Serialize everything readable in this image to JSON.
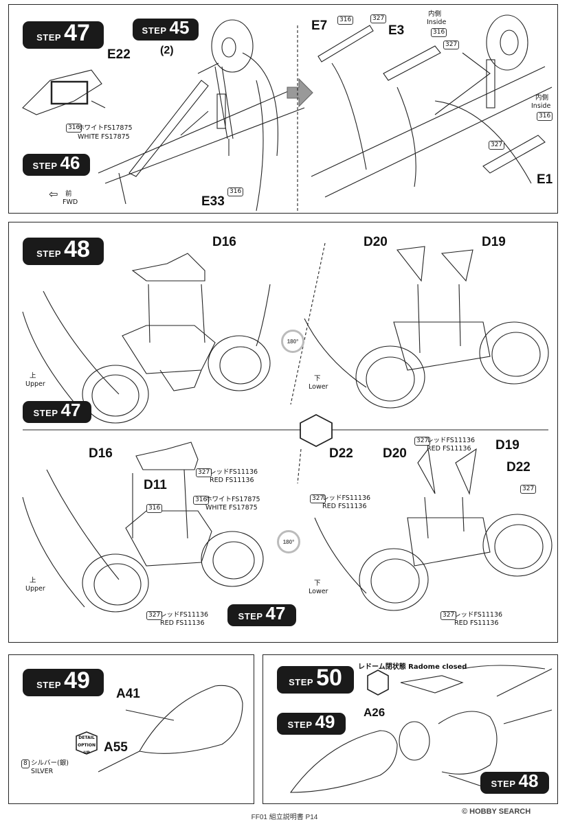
{
  "steps": {
    "s47": {
      "word": "STEP",
      "num": "47"
    },
    "s45": {
      "word": "STEP",
      "num": "45",
      "sub": "(2)"
    },
    "s46": {
      "word": "STEP",
      "num": "46"
    },
    "s48": {
      "word": "STEP",
      "num": "48"
    },
    "s47b": {
      "word": "STEP",
      "num": "47"
    },
    "s47c": {
      "word": "STEP",
      "num": "47"
    },
    "s49": {
      "word": "STEP",
      "num": "49"
    },
    "s50": {
      "word": "STEP",
      "num": "50"
    },
    "s49b": {
      "word": "STEP",
      "num": "49"
    },
    "s48b": {
      "word": "STEP",
      "num": "48"
    }
  },
  "parts": {
    "E22": "E22",
    "E33": "E33",
    "E7": "E7",
    "E3": "E3",
    "E1": "E1",
    "D16": "D16",
    "D20": "D20",
    "D19": "D19",
    "D16b": "D16",
    "D11": "D11",
    "D22a": "D22",
    "D20b": "D20",
    "D19b": "D19",
    "D22b": "D22",
    "A41": "A41",
    "A55": "A55",
    "A26": "A26"
  },
  "paint_codes": {
    "c316": "316",
    "c327": "327",
    "c8": "8"
  },
  "labels": {
    "white_jp": "ホワイトFS17875",
    "white_en": "WHITE FS17875",
    "fwd_jp": "前",
    "fwd_en": "FWD",
    "inside_jp": "内側",
    "inside_en": "Inside",
    "upper_jp": "上",
    "upper_en": "Upper",
    "lower_jp": "下",
    "lower_en": "Lower",
    "red_jp": "レッドFS11136",
    "red_en": "RED FS11136",
    "silver_jp": "シルバー(銀)",
    "silver_en": "SILVER",
    "rotate": "180°",
    "detail_top": "DETAIL",
    "detail_mid": "OPTION",
    "detail_bot": "UP",
    "radome": "レドーム閉状態 Radome closed"
  },
  "footer": {
    "text": "FF01  組立説明書  P14"
  },
  "watermark": {
    "text": "© HOBBY SEARCH"
  }
}
